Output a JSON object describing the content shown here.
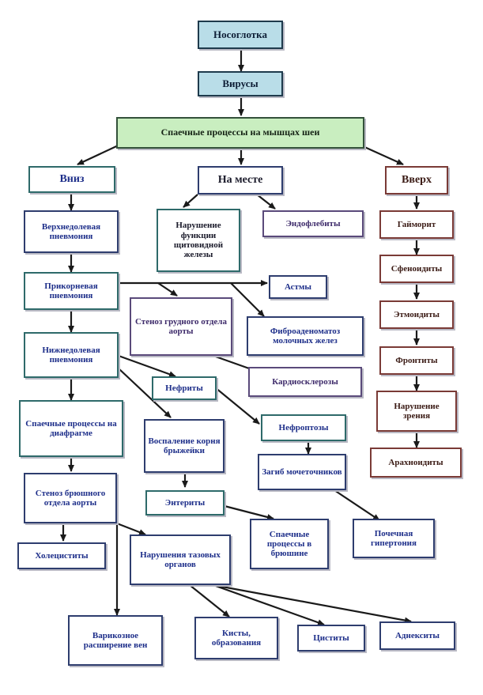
{
  "nodes": {
    "nasopharynx": "Носоглотка",
    "viruses": "Вирусы",
    "adhesions": "Спаечные процессы на мышцах шеи",
    "down": "Вниз",
    "inplace": "На месте",
    "up": "Вверх",
    "upper_pneumonia": "Верхнедолевая пневмония",
    "thyroid": "Нарушение функции щитовидной железы",
    "endophlebitis": "Эндофлебиты",
    "sinusitis": "Гайморит",
    "sphenoiditis": "Сфеноидиты",
    "ethmoiditis": "Этмоидиты",
    "frontitis": "Фронтиты",
    "vision": "Нарушение зрения",
    "arachnoiditis": "Арахноидиты",
    "root_pneumonia": "Прикорневая пневмония",
    "asthma": "Астмы",
    "thoracic_stenosis": "Стеноз грудного отдела аорты",
    "fibroadenoma": "Фиброаденоматоз молочных желез",
    "lower_pneumonia": "Нижнедолевая пневмония",
    "cardiosclerosis": "Кардиосклерозы",
    "nephritis": "Нефриты",
    "nephroptosis": "Нефроптозы",
    "diaphragm_adhesions": "Спаечные процессы на диафрагме",
    "mesentery": "Воспаление корня брыжейки",
    "ureter_bend": "Загиб мочеточников",
    "abdominal_stenosis": "Стеноз брюшного отдела аорты",
    "enteritis": "Энтериты",
    "abdominal_adhesions": "Спаечные процессы в брюшине",
    "renal_hypertension": "Почечная гипертония",
    "cholecystitis": "Холециститы",
    "pelvic_disorders": "Нарушения тазовых органов",
    "varicose": "Варикозное расширение вен",
    "cysts": "Кисты, образования",
    "cystitis": "Циститы",
    "adnexitis": "Аднекситы"
  },
  "colors": {
    "line": "#1a1a1a",
    "head_fill": "#b9dde8",
    "green_fill": "#c9eec0",
    "node_text": "#1e2f8a"
  }
}
